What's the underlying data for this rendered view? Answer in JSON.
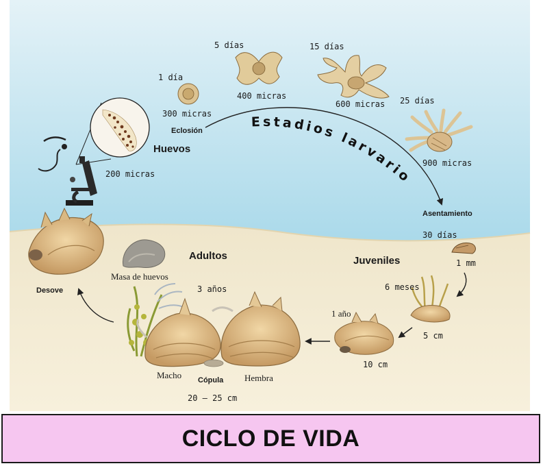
{
  "title": "CICLO DE VIDA",
  "arc_label": "Estadios larvarios",
  "colors": {
    "sky_top": "#d7ecf4",
    "sky_bottom": "#a8d8ea",
    "sand": "#f4ecd2",
    "shell": "#d8b27c",
    "banner": "#f6c6f0",
    "larva": "#e2cda0"
  },
  "stages": {
    "huevos": "Huevos",
    "eclosion": "Eclosión",
    "asentamiento": "Asentamiento",
    "juveniles": "Juveniles",
    "adultos": "Adultos",
    "desove": "Desove",
    "copula": "Cópula"
  },
  "labels": {
    "day1": "1 día",
    "micras300": "300 micras",
    "day5": "5 días",
    "micras400": "400 micras",
    "day15": "15 días",
    "micras600": "600 micras",
    "day25": "25 días",
    "micras900": "900 micras",
    "micras200": "200 micras",
    "day30": "30 días",
    "mm1": "1 mm",
    "months6": "6 meses",
    "cm5": "5 cm",
    "year1": "1 año",
    "cm10": "10 cm",
    "years3": "3 años",
    "masa": "Masa de huevos",
    "macho": "Macho",
    "hembra": "Hembra",
    "size_adult": "20 – 25 cm"
  }
}
